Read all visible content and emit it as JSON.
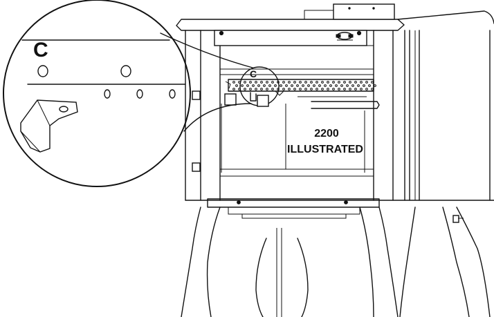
{
  "callout": {
    "big_letter": "C",
    "small_letter": "C"
  },
  "caption": {
    "line1": "2200",
    "line2": "ILLUSTRATED"
  }
}
